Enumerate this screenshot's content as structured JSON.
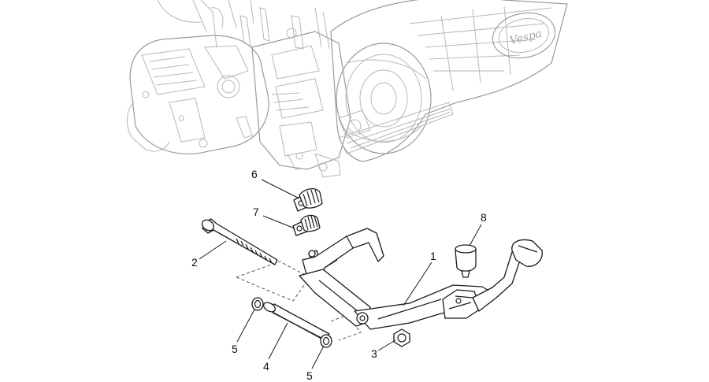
{
  "callouts": [
    {
      "id": "1",
      "text": "1"
    },
    {
      "id": "2",
      "text": "2"
    },
    {
      "id": "3",
      "text": "3"
    },
    {
      "id": "4",
      "text": "4"
    },
    {
      "id": "5a",
      "text": "5"
    },
    {
      "id": "5b",
      "text": "5"
    },
    {
      "id": "6",
      "text": "6"
    },
    {
      "id": "7",
      "text": "7"
    },
    {
      "id": "8",
      "text": "8"
    }
  ],
  "engine_badge": "Vespa",
  "colors": {
    "line": "#1a1a1a",
    "engine": "#b7b7b7"
  }
}
